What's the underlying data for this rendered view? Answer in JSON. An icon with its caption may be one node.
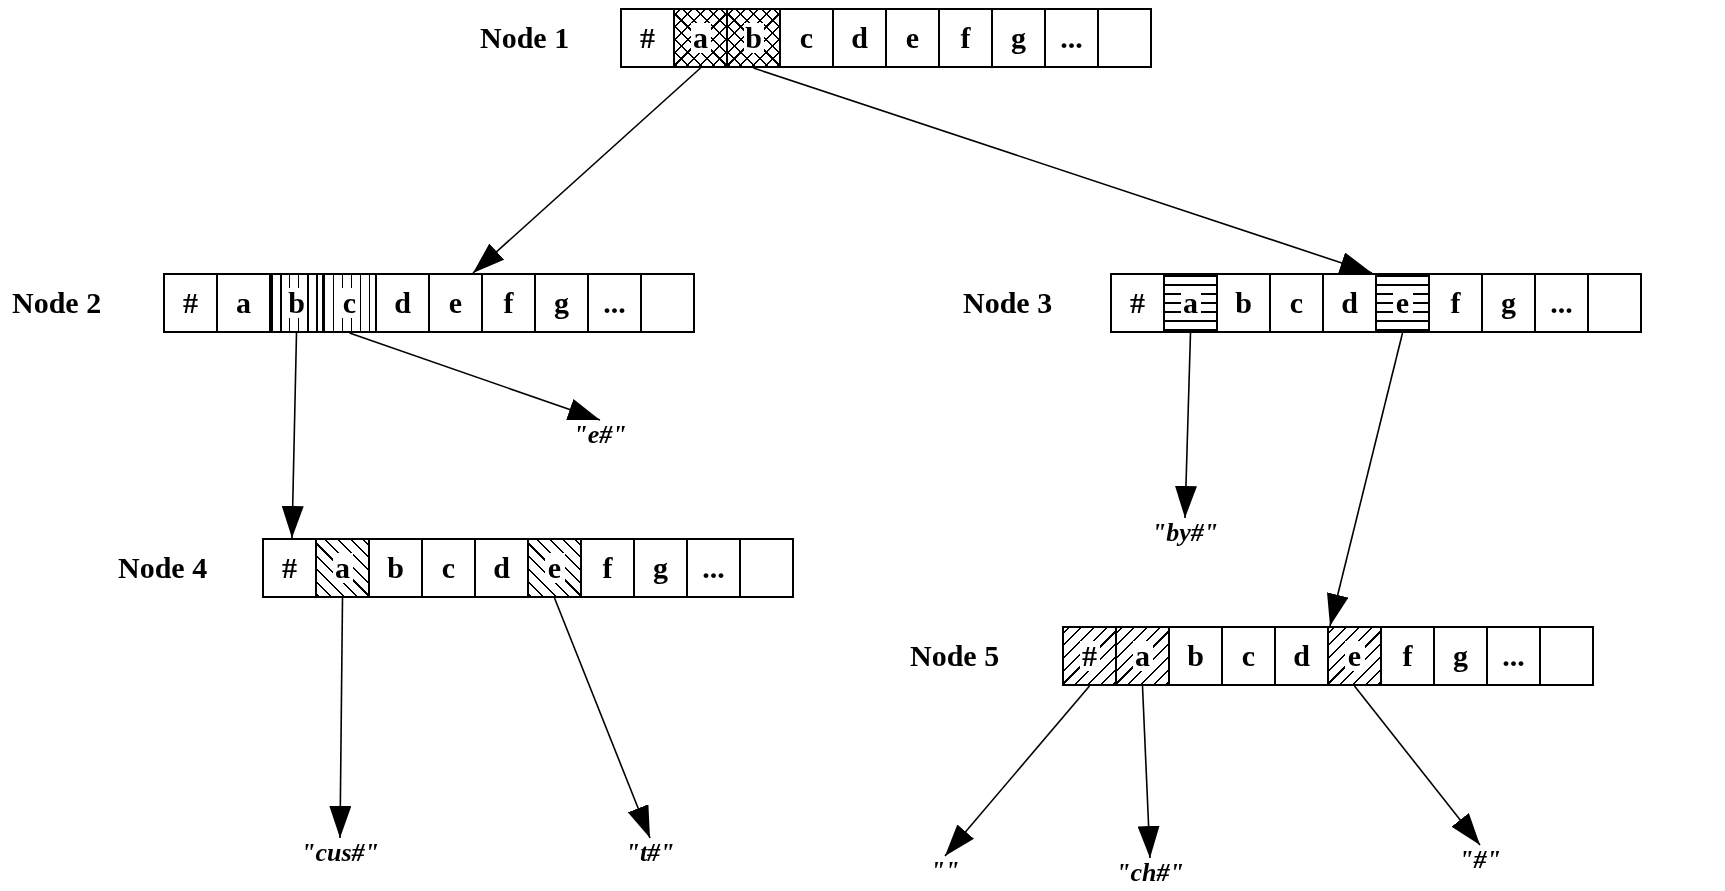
{
  "diagram": {
    "nodes": [
      {
        "text": [
          "Node 1"
        ]
      },
      {
        "text": [
          "#"
        ],
        "in": 0
      },
      {
        "text": [
          "a"
        ],
        "in": 0
      },
      {
        "text": [
          "b"
        ],
        "in": 0
      },
      {
        "text": [
          "c"
        ],
        "in": 0
      },
      {
        "text": [
          "d"
        ],
        "in": 0
      },
      {
        "text": [
          "e"
        ],
        "in": 0
      },
      {
        "text": [
          "f"
        ],
        "in": 0
      },
      {
        "text": [
          "g"
        ],
        "in": 0
      },
      {
        "text": [
          "..."
        ],
        "in": 0
      },
      {
        "text": [],
        "shape": "box",
        "in": 0
      },
      {
        "text": [
          "Node 2"
        ]
      },
      {
        "text": [
          "#"
        ],
        "in": 11
      },
      {
        "text": [
          "a"
        ],
        "in": 11
      },
      {
        "text": [
          "b"
        ],
        "in": 11
      },
      {
        "text": [
          "c"
        ],
        "in": 11
      },
      {
        "text": [
          "d"
        ],
        "in": 11
      },
      {
        "text": [
          "e"
        ],
        "in": 11
      },
      {
        "text": [
          "f"
        ],
        "in": 11
      },
      {
        "text": [
          "g"
        ],
        "in": 11
      },
      {
        "text": [
          "..."
        ],
        "in": 11
      },
      {
        "text": [],
        "shape": "box",
        "in": 11
      },
      {
        "text": [
          "Node 3"
        ]
      },
      {
        "text": [
          "#"
        ],
        "in": 22
      },
      {
        "text": [
          "a"
        ],
        "in": 22
      },
      {
        "text": [
          "b"
        ],
        "in": 22
      },
      {
        "text": [
          "c"
        ],
        "in": 22
      },
      {
        "text": [
          "d"
        ],
        "in": 22
      },
      {
        "text": [
          "e"
        ],
        "in": 22
      },
      {
        "text": [
          "f"
        ],
        "in": 22
      },
      {
        "text": [
          "g"
        ],
        "in": 22
      },
      {
        "text": [
          "..."
        ],
        "in": 22
      },
      {
        "text": [],
        "shape": "box",
        "in": 22
      },
      {
        "text": [
          "\"e#\""
        ]
      },
      {
        "text": [
          "\"by#\""
        ]
      },
      {
        "text": [
          "Node 4"
        ]
      },
      {
        "text": [
          "#"
        ],
        "in": 35
      },
      {
        "text": [
          "a"
        ],
        "in": 35
      },
      {
        "text": [
          "b"
        ],
        "in": 35
      },
      {
        "text": [
          "c"
        ],
        "in": 35
      },
      {
        "text": [
          "d"
        ],
        "in": 35
      },
      {
        "text": [
          "e"
        ],
        "in": 35
      },
      {
        "text": [
          "f"
        ],
        "in": 35
      },
      {
        "text": [
          "g"
        ],
        "in": 35
      },
      {
        "text": [
          "..."
        ],
        "in": 35
      },
      {
        "text": [],
        "shape": "box",
        "in": 35
      },
      {
        "text": [
          "Node 5"
        ]
      },
      {
        "text": [
          "#"
        ],
        "in": 46
      },
      {
        "text": [
          "a"
        ],
        "in": 46
      },
      {
        "text": [
          "b"
        ],
        "in": 46
      },
      {
        "text": [
          "c"
        ],
        "in": 46
      },
      {
        "text": [
          "d"
        ],
        "in": 46
      },
      {
        "text": [
          "e"
        ],
        "in": 46
      },
      {
        "text": [
          "f"
        ],
        "in": 46
      },
      {
        "text": [
          "g"
        ],
        "in": 46
      },
      {
        "text": [
          "..."
        ],
        "in": 46
      },
      {
        "text": [],
        "shape": "box",
        "in": 46
      },
      {
        "text": [
          "\"cus#\""
        ]
      },
      {
        "text": [
          "\"t#\""
        ]
      },
      {
        "text": [
          "\"\""
        ]
      },
      {
        "text": [
          "\"ch#\""
        ]
      },
      {
        "text": [
          "\"#\""
        ]
      }
    ],
    "edges": [
      {
        "from": 2,
        "to": 11,
        "arrow": "to"
      },
      {
        "from": 3,
        "to": 22,
        "arrow": "to"
      },
      {
        "from": 14,
        "to": 35,
        "arrow": "to"
      },
      {
        "from": 15,
        "to": 33,
        "arrow": "to"
      },
      {
        "from": 24,
        "to": 34,
        "arrow": "to"
      },
      {
        "from": 28,
        "to": 46,
        "arrow": "to"
      },
      {
        "from": 37,
        "to": 57,
        "arrow": "to"
      },
      {
        "from": 41,
        "to": 58,
        "arrow": "to"
      },
      {
        "from": 47,
        "to": 59,
        "arrow": "to"
      },
      {
        "from": 48,
        "to": 60,
        "arrow": "to"
      },
      {
        "from": 52,
        "to": 61,
        "arrow": "to"
      }
    ]
  }
}
